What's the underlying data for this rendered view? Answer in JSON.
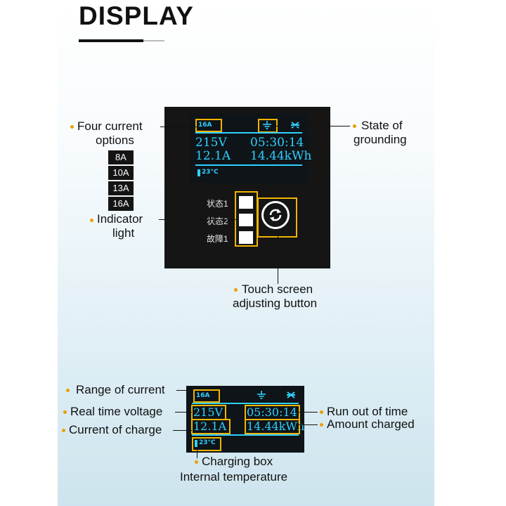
{
  "title": "DISPLAY",
  "device": {
    "screen": {
      "current_setting": "16A",
      "voltage": "215V",
      "time": "05:30:14",
      "current": "12.1A",
      "energy": "14.44kWh",
      "temperature": "23°C"
    },
    "indicators": [
      "状态1",
      "状态2",
      "故障1"
    ],
    "current_options": [
      "8A",
      "10A",
      "13A",
      "16A"
    ]
  },
  "labels": {
    "four_current_options": [
      "Four current",
      "options"
    ],
    "state_of_grounding": [
      "State of",
      "grounding"
    ],
    "indicator_light": [
      "Indicator",
      "light"
    ],
    "touch_screen": [
      "Touch screen",
      "adjusting button"
    ],
    "range_of_current": "Range of current",
    "real_time_voltage": "Real time voltage",
    "current_of_charge": "Current of charge",
    "run_out_of_time": "Run out of time",
    "amount_charged": "Amount charged",
    "charging_box": [
      "Charging box",
      "Internal temperature"
    ]
  },
  "colors": {
    "screen_text": "#2fd0ff",
    "highlight": "#f0b400",
    "bullet": "#e8a000"
  },
  "icons": [
    "ground-icon",
    "fan-icon",
    "refresh-icon",
    "thermometer-icon"
  ]
}
